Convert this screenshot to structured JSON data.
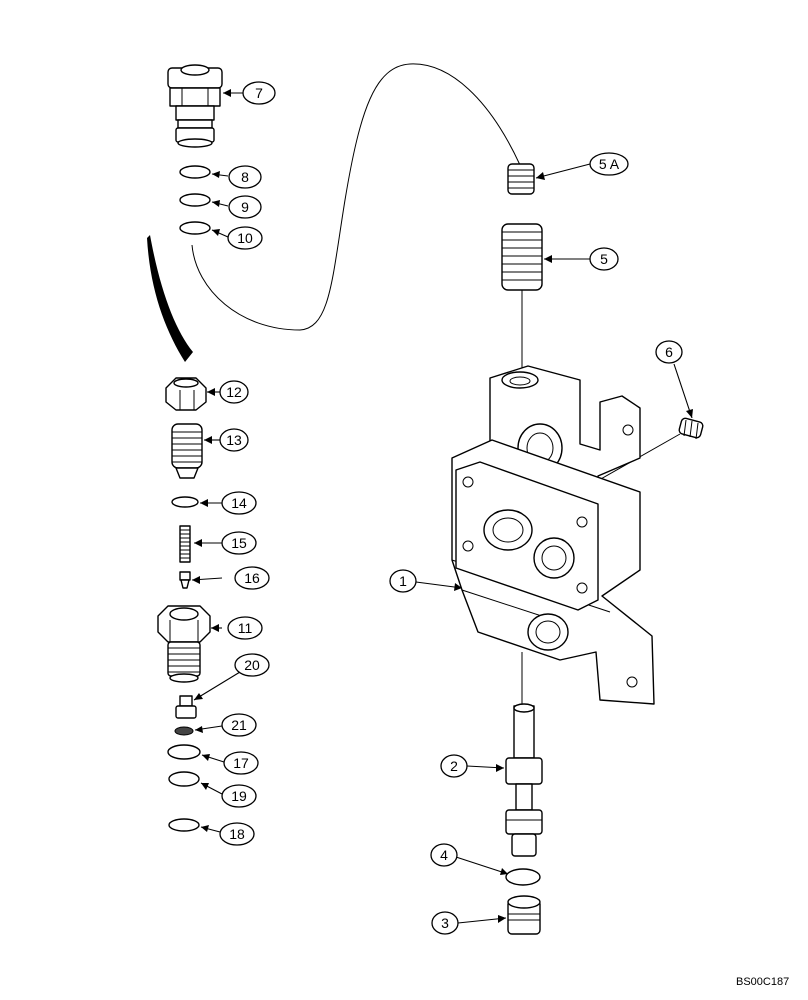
{
  "callouts": [
    {
      "id": "7",
      "label": "7"
    },
    {
      "id": "8",
      "label": "8"
    },
    {
      "id": "9",
      "label": "9"
    },
    {
      "id": "10",
      "label": "10"
    },
    {
      "id": "5A",
      "label": "5 A"
    },
    {
      "id": "5",
      "label": "5"
    },
    {
      "id": "6",
      "label": "6"
    },
    {
      "id": "12",
      "label": "12"
    },
    {
      "id": "13",
      "label": "13"
    },
    {
      "id": "14",
      "label": "14"
    },
    {
      "id": "15",
      "label": "15"
    },
    {
      "id": "16",
      "label": "16"
    },
    {
      "id": "11",
      "label": "11"
    },
    {
      "id": "20",
      "label": "20"
    },
    {
      "id": "21",
      "label": "21"
    },
    {
      "id": "17",
      "label": "17"
    },
    {
      "id": "19",
      "label": "19"
    },
    {
      "id": "18",
      "label": "18"
    },
    {
      "id": "1",
      "label": "1"
    },
    {
      "id": "2",
      "label": "2"
    },
    {
      "id": "4",
      "label": "4"
    },
    {
      "id": "3",
      "label": "3"
    }
  ],
  "reference_code": "BS00C187"
}
